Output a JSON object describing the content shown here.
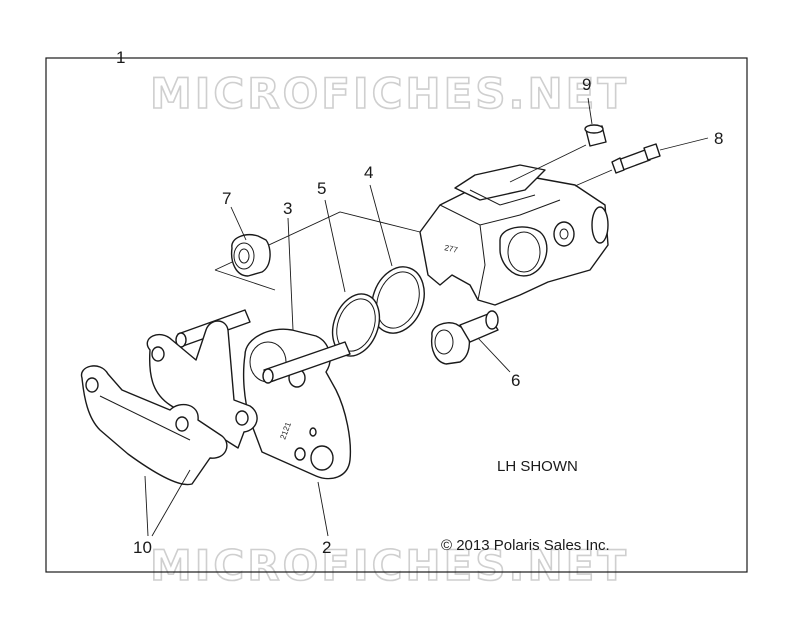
{
  "watermark": {
    "top": "MICROFICHES.NET",
    "bottom": "MICROFICHES.NET"
  },
  "callouts": {
    "assembly": "1",
    "bracket": "2",
    "seal_3": "3",
    "seal_4": "4",
    "seal_5": "5",
    "pin_6": "6",
    "boot_7": "7",
    "bleeder_8": "8",
    "cap_9": "9",
    "pads_10": "10"
  },
  "part_marks": {
    "caliper_stamp": "277",
    "bracket_stamp": "2121"
  },
  "notes": {
    "view": "LH SHOWN",
    "copyright": "© 2013 Polaris Sales Inc."
  }
}
